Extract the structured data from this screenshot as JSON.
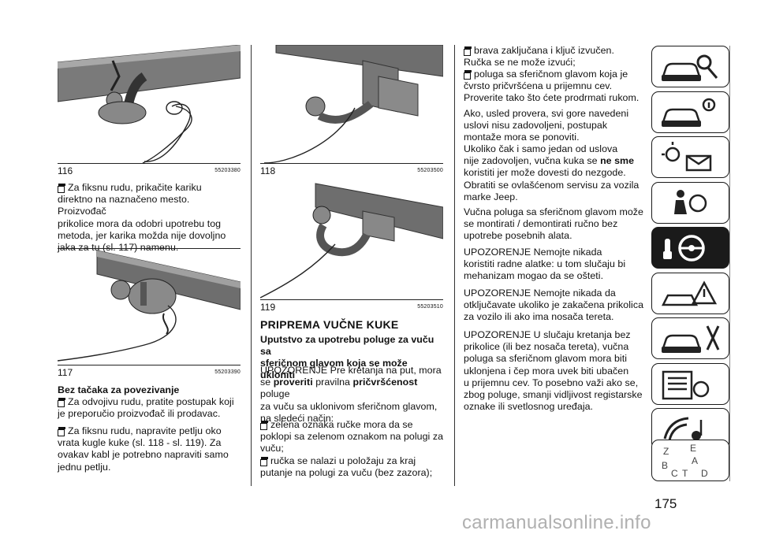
{
  "figures": [
    {
      "number": "116",
      "code": "55203380"
    },
    {
      "number": "117",
      "code": "55203390"
    },
    {
      "number": "118",
      "code": "55203500"
    },
    {
      "number": "119",
      "code": "55203510"
    }
  ],
  "col1": {
    "p1": [
      "Za fiksnu rudu, prikačite kariku",
      "direktno na naznačeno mesto. Proizvođač",
      "prikolice mora da odobri upotrebu tog",
      "metoda, jer karika možda nije dovoljno",
      "jaka za tu (sl. 117) namenu."
    ],
    "subheading": "Bez tačaka za povezivanje",
    "p2": [
      "Za odvojivu rudu, pratite postupak koji",
      "je preporučio proizvođač ili prodavac."
    ],
    "p3": [
      "Za fiksnu rudu, napravite petlju oko",
      "vrata kugle kuke (sl. 118 - sl. 119). Za",
      "ovakav kabl je potrebno napraviti samo",
      "jednu petlju."
    ]
  },
  "col2": {
    "heading": "PRIPREMA VUČNE KUKE",
    "subheading": [
      "Uputstvo za upotrebu poluge za vuču sa",
      "sferičnom glavom koja se može ukloniti"
    ],
    "p1_line1": "UPOZORENJE Pre kretanja na put, mora",
    "p1_line2_a": "se ",
    "p1_line2_b": "proveriti",
    "p1_line2_c": " pravilna ",
    "p1_line2_d": "pričvršćenost",
    "p1_line2_e": " poluge",
    "p1_rest": [
      "za vuču sa uklonivom sferičnom glavom,",
      "na sledeći način:"
    ],
    "item1": [
      "zelena oznaka ručke mora da se",
      "poklopi sa zelenom oznakom na polugi za",
      "vuču;"
    ],
    "item2": [
      "ručka se nalazi u položaju za kraj",
      "putanje na polugi za vuču (bez zazora);"
    ]
  },
  "col3": {
    "item1": [
      "brava zaključana i ključ izvučen.",
      "Ručka se ne može izvući;"
    ],
    "item2": [
      "poluga sa sferičnom glavom koja je",
      "čvrsto pričvršćena u prijemnu cev.",
      "Proverite tako što ćete prodrmati rukom."
    ],
    "p1": [
      "Ako, usled provera, svi gore navedeni",
      "uslovi nisu zadovoljeni, postupak",
      "montaže mora se ponoviti."
    ],
    "p2_l1": "Ukoliko čak i samo jedan od uslova",
    "p2_l2a": "nije zadovoljen, vučna kuka se ",
    "p2_l2b": "ne sme",
    "p2_rest": [
      "koristiti jer može dovesti do nezgode.",
      "Obratiti se ovlašćenom servisu za vozila",
      "marke Jeep."
    ],
    "p3": [
      "Vučna poluga sa sferičnom glavom može",
      "se montirati / demontirati ručno bez",
      "upotrebe posebnih alata."
    ],
    "p4": [
      "UPOZORENJE Nemojte nikada",
      "koristiti radne alatke: u tom slučaju bi",
      "mehanizam mogao da se ošteti."
    ],
    "p5": [
      "UPOZORENJE Nemojte nikada da",
      "otključavate ukoliko je zakačena prikolica",
      "za vozilo ili ako ima nosača tereta."
    ],
    "p6": [
      "UPOZORENJE U slučaju kretanja bez",
      "prikolice (ili bez nosača tereta), vučna",
      "poluga sa sferičnom glavom mora biti",
      "uklonjena i čep mora uvek biti ubačen",
      "u prijemnu cev. To posebno važi ako se,",
      "zbog poluge, smanji vidljivost registarske",
      "oznake ili svetlosnog uređaja."
    ]
  },
  "tabs": {
    "letters": [
      "Z",
      "E",
      "B",
      "A",
      "C",
      "D",
      "T"
    ]
  },
  "page_number": "175",
  "watermark": "carmanualsonline.info"
}
